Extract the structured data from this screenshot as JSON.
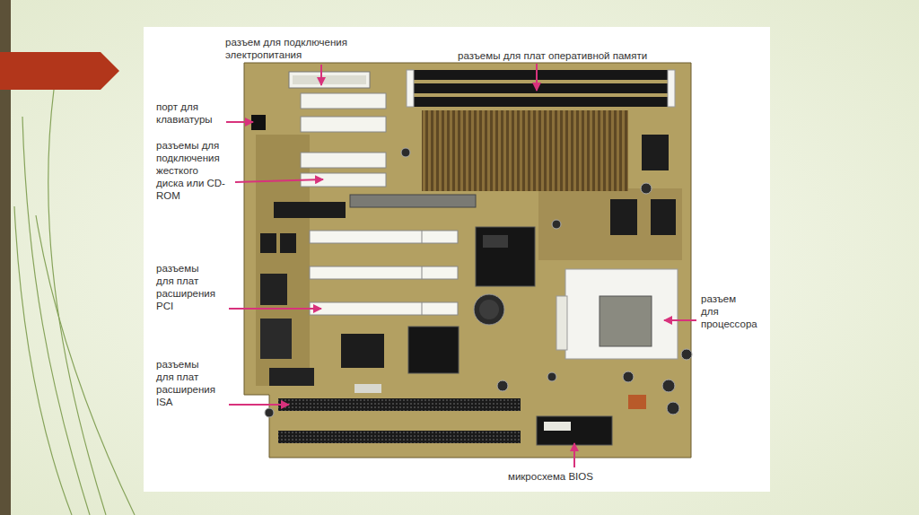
{
  "diagram": {
    "labels": [
      "разъем для подключения электропитания",
      "разъемы для плат оперативной памяти",
      "порт для клавиатуры",
      "разъемы для подключения жесткого диска или CD-ROM",
      "разъемы для плат расширения PCI",
      "разъемы для плат расширения ISA",
      "разъем для процессора",
      "микросхема BIOS"
    ]
  }
}
